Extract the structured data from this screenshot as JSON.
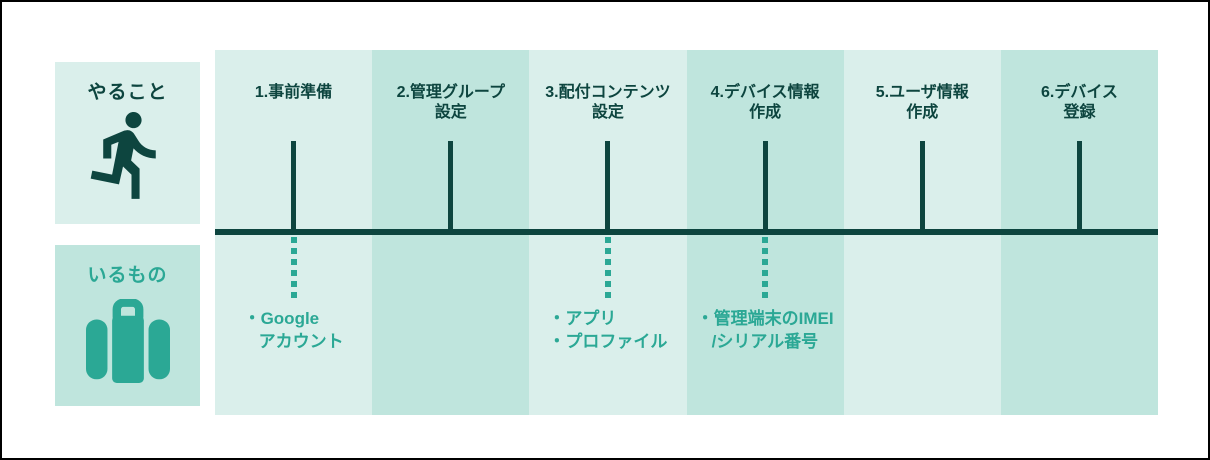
{
  "palette": {
    "dark_teal": "#0d453f",
    "teal": "#2ba895",
    "column_bg_light": "#daefeb",
    "column_bg_dark": "#bfe5dd",
    "canvas_bg": "#ffffff",
    "border": "#000000"
  },
  "legend": {
    "todo": {
      "label": "やること",
      "icon": "runner-icon"
    },
    "needed": {
      "label": "いるもの",
      "icon": "briefcase-icon"
    }
  },
  "columns": [
    {
      "title": "1.事前準備",
      "items": [
        "・Google\nアカウント"
      ],
      "connector": true
    },
    {
      "title": "2.管理グループ\n設定",
      "items": [],
      "connector": false
    },
    {
      "title": "3.配付コンテンツ\n設定",
      "items": [
        "・アプリ",
        "・プロファイル"
      ],
      "connector": true
    },
    {
      "title": "4.デバイス情報\n作成",
      "items": [
        "・管理端末のIMEI\n/シリアル番号"
      ],
      "connector": true
    },
    {
      "title": "5.ユーザ情報\n作成",
      "items": [],
      "connector": false
    },
    {
      "title": "6.デバイス\n登録",
      "items": [],
      "connector": false
    }
  ]
}
